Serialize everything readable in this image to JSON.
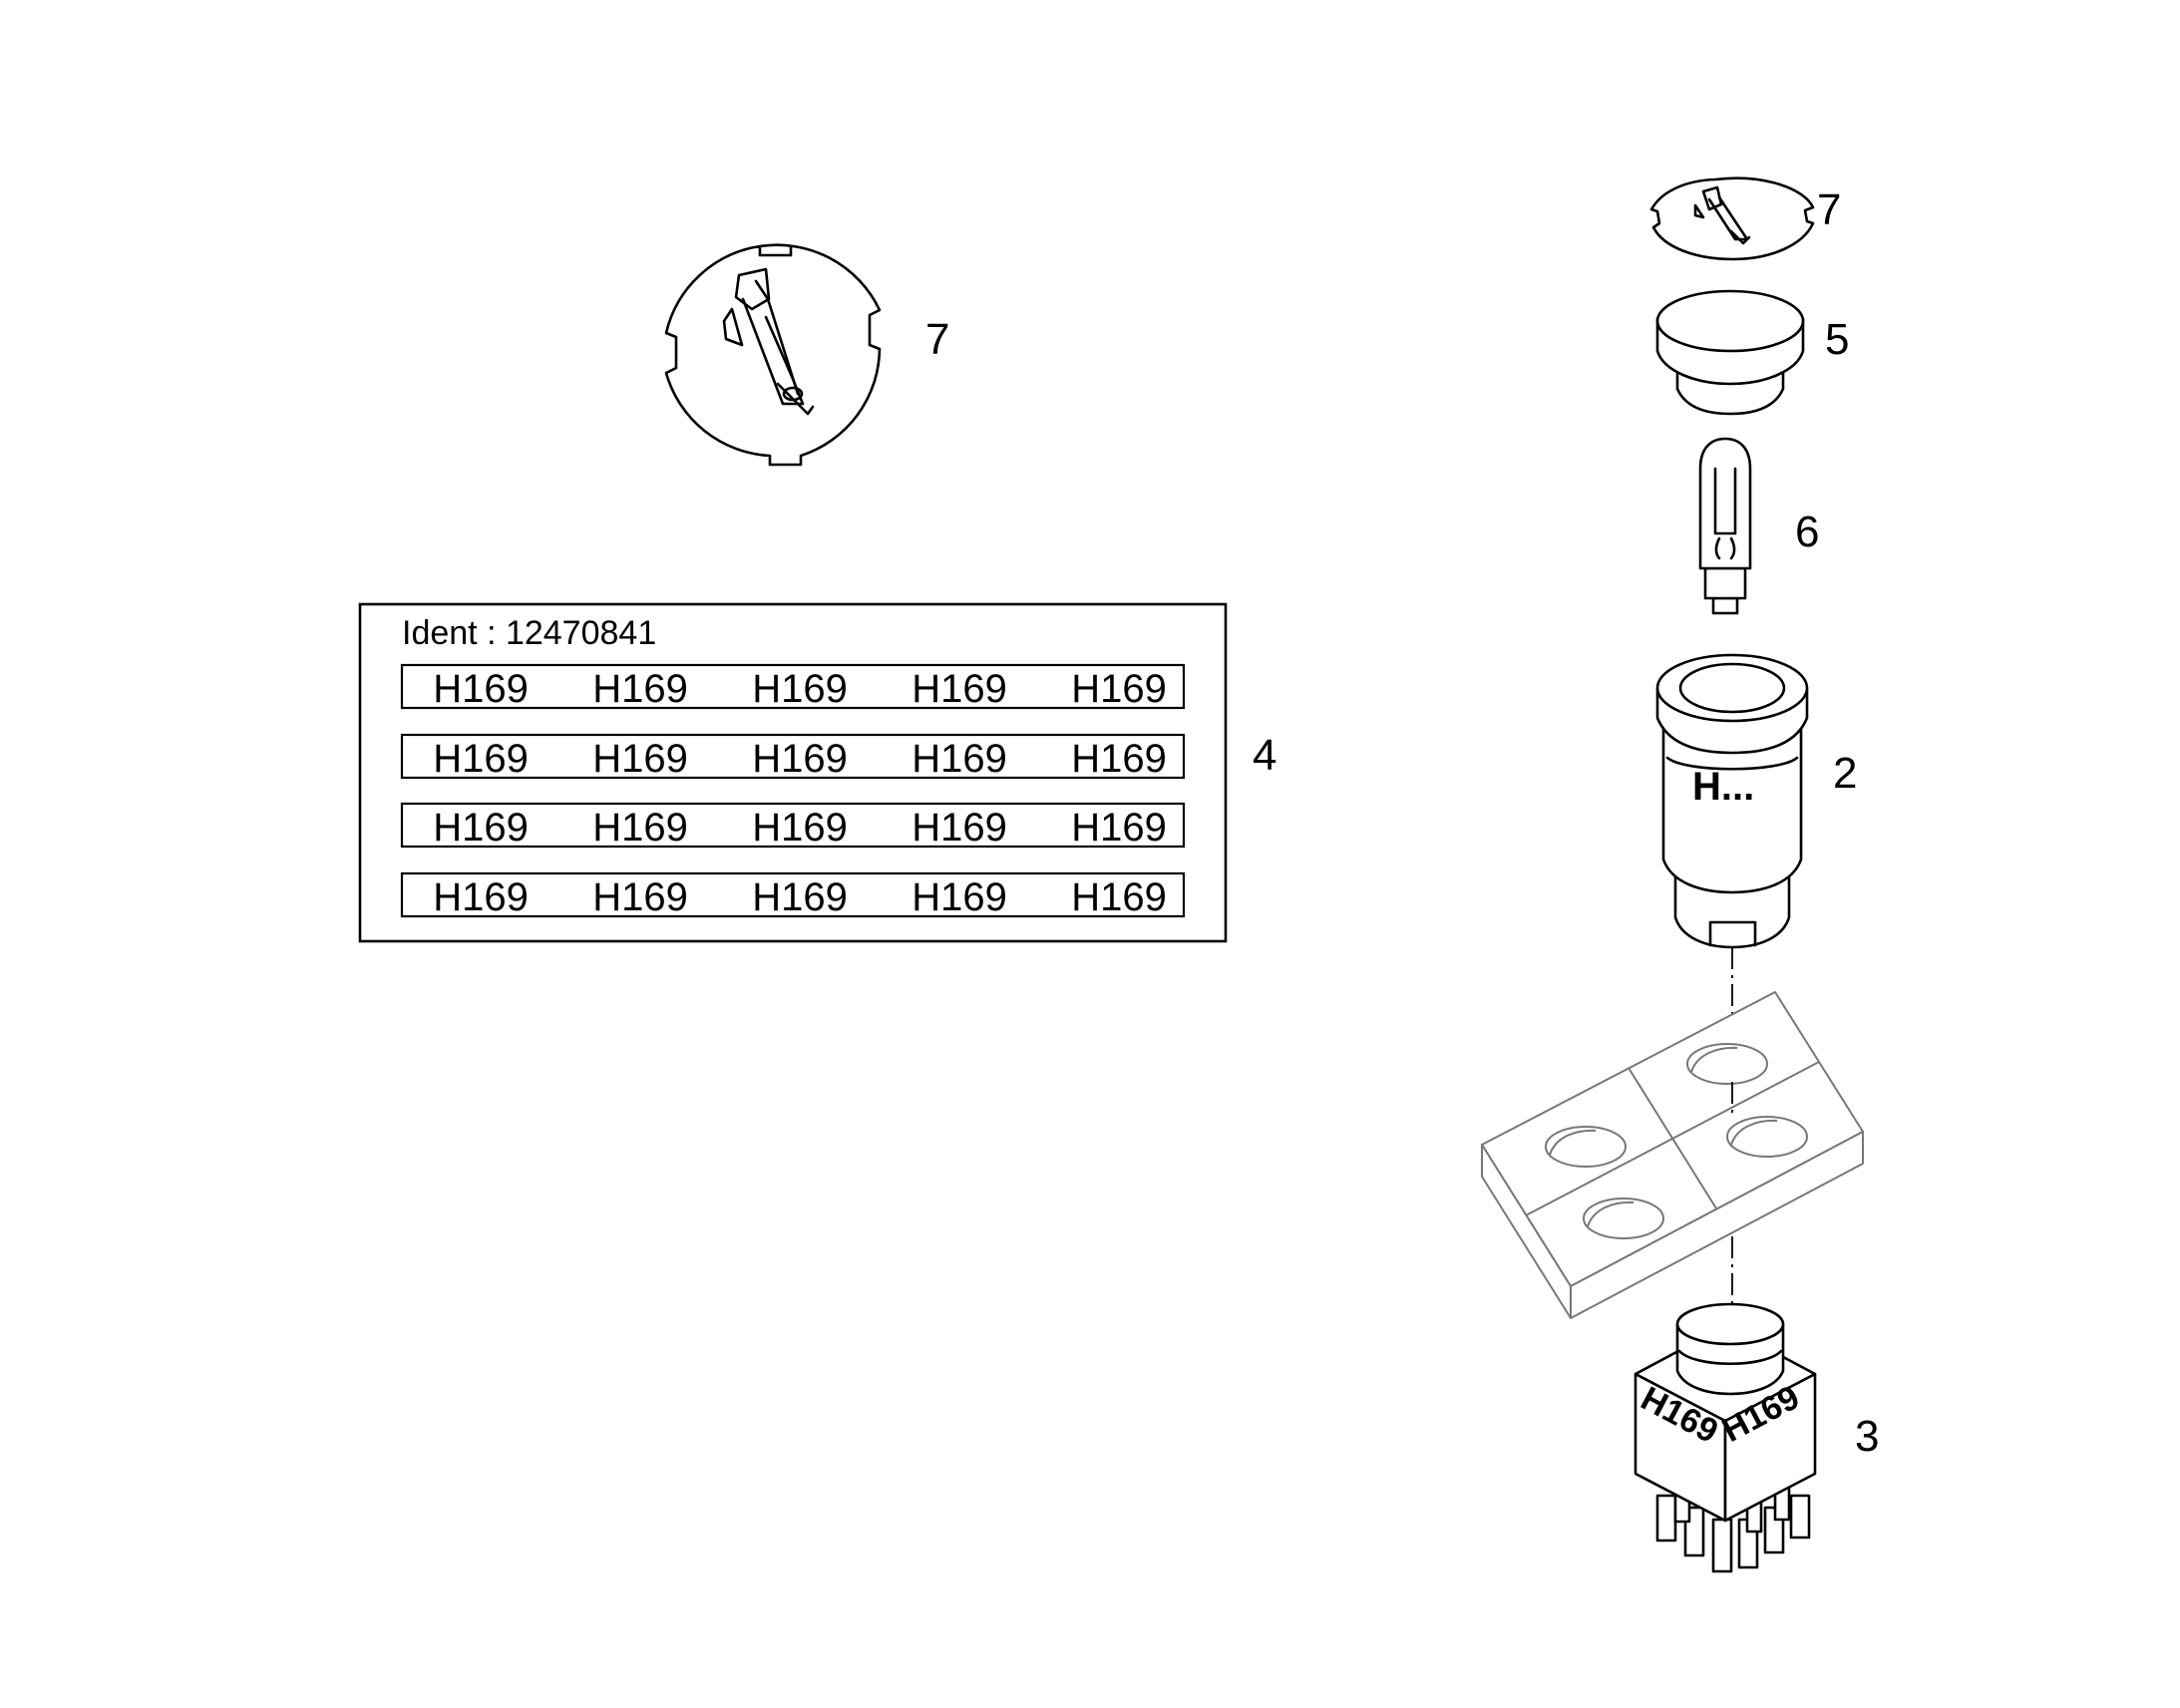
{
  "callouts": {
    "c7_large": "7",
    "c7_small": "7",
    "c5": "5",
    "c6": "6",
    "c2": "2",
    "c4": "4",
    "c3": "3"
  },
  "label_sheet": {
    "ident": "Ident : 12470841",
    "rows": [
      [
        "H169",
        "H169",
        "H169",
        "H169",
        "H169"
      ],
      [
        "H169",
        "H169",
        "H169",
        "H169",
        "H169"
      ],
      [
        "H169",
        "H169",
        "H169",
        "H169",
        "H169"
      ],
      [
        "H169",
        "H169",
        "H169",
        "H169",
        "H169"
      ]
    ]
  },
  "parts": {
    "lens_label": "H...",
    "switch_label_left": "H169",
    "switch_label_right": "H169"
  }
}
